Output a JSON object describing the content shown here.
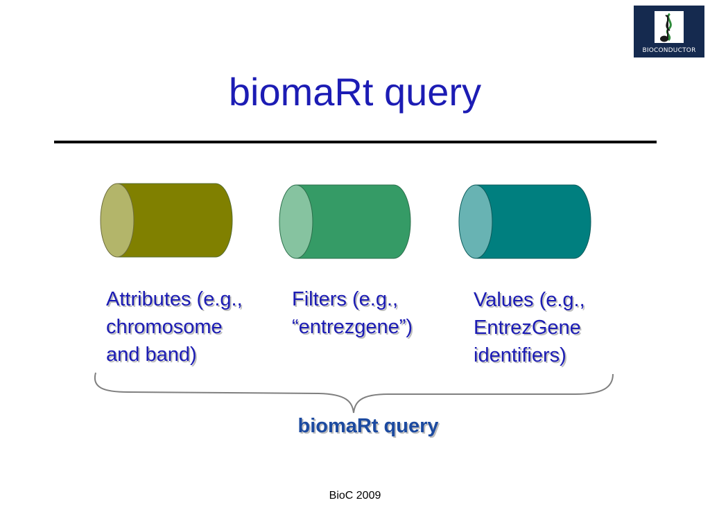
{
  "logo": {
    "text": "BIOCONDUCTOR",
    "icon": "dna-music-note-icon",
    "background": "#152a4f"
  },
  "slide": {
    "title": "biomaRt query",
    "title_color": "#1c1cb4"
  },
  "cylinders": [
    {
      "name": "attributes",
      "body_color": "#808000",
      "cap_color": "#b3b56a",
      "label_lines": [
        "Attributes (e.g.,",
        "chromosome",
        "and band)"
      ]
    },
    {
      "name": "filters",
      "body_color": "#359b66",
      "cap_color": "#86c3a0",
      "label_lines": [
        "Filters (e.g.,",
        "“entrezgene”)"
      ]
    },
    {
      "name": "values",
      "body_color": "#007f7f",
      "cap_color": "#68b3b3",
      "label_lines": [
        "Values (e.g.,",
        "EntrezGene",
        "identifiers)"
      ]
    }
  ],
  "brace_label": "biomaRt query",
  "footer": "BioC 2009"
}
